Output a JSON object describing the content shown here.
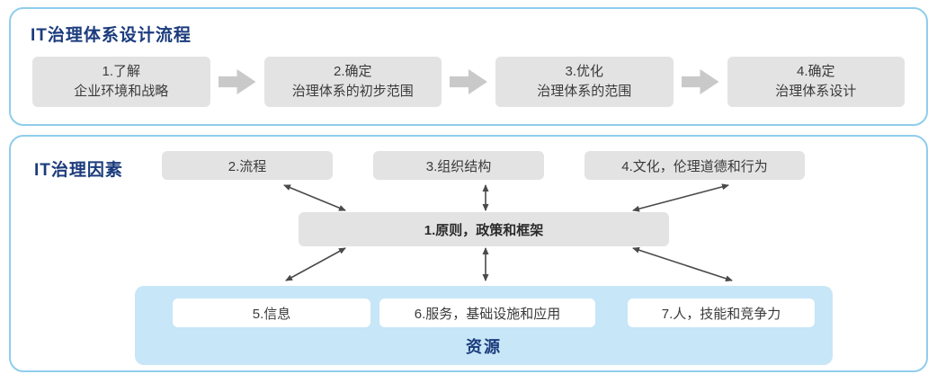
{
  "top_panel": {
    "title": "IT治理体系设计流程",
    "steps": [
      {
        "line1": "1.了解",
        "line2": "企业环境和战略"
      },
      {
        "line1": "2.确定",
        "line2": "治理体系的初步范围"
      },
      {
        "line1": "3.优化",
        "line2": "治理体系的范围"
      },
      {
        "line1": "4.确定",
        "line2": "治理体系设计"
      }
    ]
  },
  "bottom_panel": {
    "title": "IT治理因素",
    "top_factors": [
      "2.流程",
      "3.组织结构",
      "4.文化，伦理道德和行为"
    ],
    "center_factor": "1.原则，政策和框架",
    "resource_factors": [
      "5.信息",
      "6.服务，基础设施和应用",
      "7.人，技能和竞争力"
    ],
    "resource_label": "资源"
  },
  "colors": {
    "panel_border_blue": "#8fcdec",
    "title_blue": "#1b3b7d",
    "box_gray": "#e3e3e3",
    "block_arrow_gray": "#c9c9c9",
    "connector_gray": "#4a4a4a",
    "resource_bg_blue": "#c7e6f7"
  }
}
